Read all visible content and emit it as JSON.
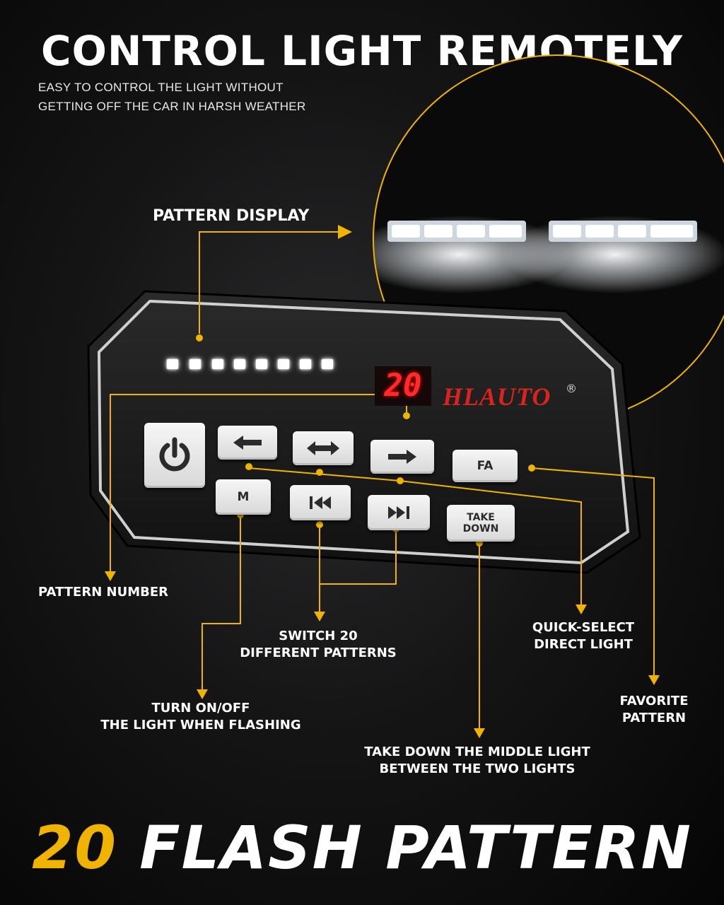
{
  "headline": "CONTROL LIGHT REMOTELY",
  "subtitle_line1": "EASY TO CONTROL THE LIGHT WITHOUT",
  "subtitle_line2": "GETTING OFF THE CAR IN HARSH WEATHER",
  "callouts": {
    "pattern_display": "PATTERN DISPLAY",
    "pattern_number": "PATTERN NUMBER",
    "switch_patterns_line1": "SWITCH 20",
    "switch_patterns_line2": "DIFFERENT PATTERNS",
    "quick_select_line1": "QUICK-SELECT",
    "quick_select_line2": "DIRECT LIGHT",
    "turn_onoff_line1": "TURN ON/OFF",
    "turn_onoff_line2": "THE LIGHT WHEN FLASHING",
    "favorite_line1": "FAVORITE",
    "favorite_line2": "PATTERN",
    "takedown_line1": "TAKE DOWN THE MIDDLE LIGHT",
    "takedown_line2": "BETWEEN THE TWO LIGHTS"
  },
  "controller": {
    "display_number": "20",
    "brand": "HLAUTO",
    "registered_mark": "®",
    "led_count": 8,
    "buttons": {
      "power_icon": "power-icon",
      "left_icon": "arrow-left-icon",
      "both_icon": "arrow-left-right-icon",
      "right_icon": "arrow-right-icon",
      "fa_label": "FA",
      "m_label": "M",
      "prev_icon": "skip-back-icon",
      "next_icon": "skip-forward-icon",
      "takedown_line1": "TAKE",
      "takedown_line2": "DOWN"
    }
  },
  "footer": {
    "number": "20",
    "text": "FLASH PATTERN"
  },
  "colors": {
    "accent": "#f0b400",
    "brand_red": "#d8231f",
    "display_red": "#ff2a2a"
  }
}
